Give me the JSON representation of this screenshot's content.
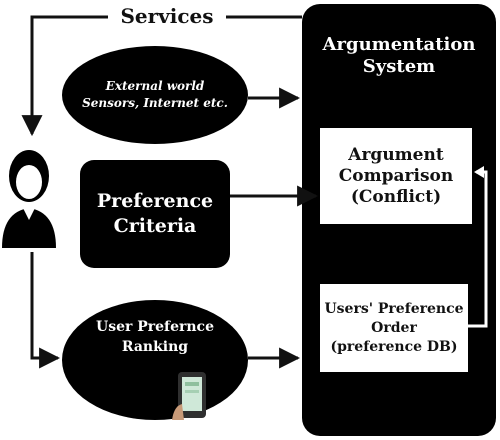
{
  "diagram": {
    "services_label": "Services",
    "system": {
      "title": "Argumentation\nSystem"
    },
    "argument_comparison": {
      "label": "Argument\nComparison\n(Conflict)"
    },
    "users_preference_order": {
      "label": "Users' Preference\nOrder\n(preference DB)"
    },
    "external_sources": {
      "label": "External world\nSensors, Internet etc."
    },
    "preference_criteria": {
      "label": "Preference\nCriteria"
    },
    "user_preference_ranking": {
      "label": "User Prefernce\nRanking"
    },
    "icons": {
      "user": "user-icon",
      "phone": "smartphone-icon"
    },
    "colors": {
      "nodes": "#000000",
      "panel": "#000000",
      "boxes": "#ffffff",
      "edges": "#111111",
      "text_on_dark": "#ffffff"
    }
  }
}
